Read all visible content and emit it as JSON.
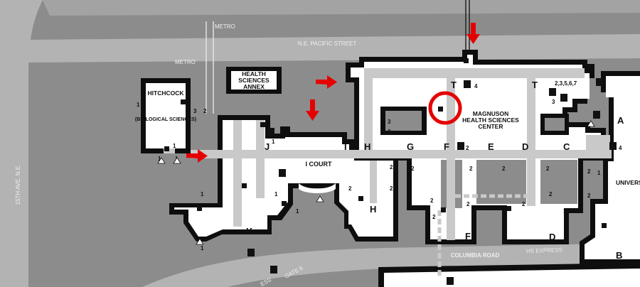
{
  "streets": {
    "pacific": "N.E. PACIFIC STREET",
    "fifteenth": "15TH AVE. N.E.",
    "columbia": "COLUMBIA ROAD",
    "metro_top": "METRO",
    "metro_bottom": "METRO",
    "hs_express": "HS EXPRESS",
    "gate": "GATE 6",
    "ess": "ESS"
  },
  "buildings": {
    "hitchcock": "HITCHCOCK",
    "hitchcock_sub": "(BIOLOGICAL SCIENCES)",
    "annex_l1": "HEALTH",
    "annex_l2": "SCIENCES",
    "annex_l3": "ANNEX",
    "magnuson_l1": "MAGNUSON",
    "magnuson_l2": "HEALTH SCIENCES",
    "magnuson_l3": "CENTER",
    "university": "UNIVERS"
  },
  "courts": {
    "i_court": "I COURT"
  },
  "wings": {
    "J": "J",
    "I": "I",
    "H": "H",
    "H2": "H",
    "G": "G",
    "F": "F",
    "F2": "F",
    "E": "E",
    "D": "D",
    "D2": "D",
    "C": "C",
    "T": "T",
    "T2": "T",
    "K": "K",
    "A": "A",
    "B": "B"
  },
  "floor_numbers": {
    "t_four": "4",
    "t_elev": "2,3,5,6,7",
    "f_two": "2",
    "c_four": "4",
    "hitch_3": "3",
    "hitch_2": "2",
    "hitch_1": "1",
    "g_3a": "3",
    "g_3b": "3",
    "m_3": "3",
    "s1": "1",
    "s2": "1",
    "s3": "1",
    "s4": "1",
    "s5": "1",
    "s6": "1",
    "s7": "1",
    "s8": "1",
    "s9": "1",
    "s10": "1",
    "s11": "1",
    "s12": "1",
    "t2a": "2",
    "t2b": "2",
    "t2c": "2",
    "t2d": "2",
    "t2e": "2",
    "t2f": "2",
    "t2g": "2",
    "t2h": "2",
    "t2i": "2",
    "t2j": "2",
    "t2k": "2",
    "t2l": "2",
    "t2m": "2",
    "t2n": "2"
  },
  "colors": {
    "background": "#8c8c8c",
    "building": "#0e0e0e",
    "floor": "#ffffff",
    "corridor": "#c9c9c9",
    "road": "#b3b3b3",
    "highlight": "#e50000"
  },
  "icons": [
    "arrow-down-icon",
    "arrow-right-icon",
    "highlight-circle-icon",
    "wheelchair-icon",
    "phone-icon",
    "restroom-icon",
    "stair-icon"
  ]
}
